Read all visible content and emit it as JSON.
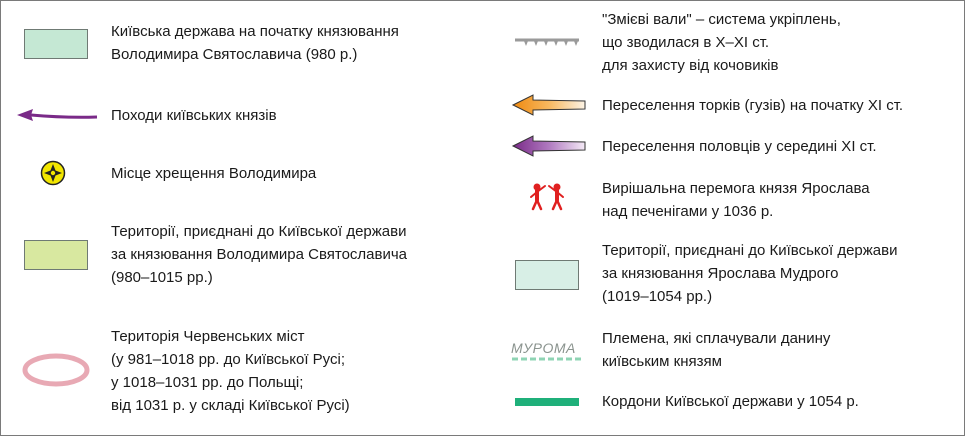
{
  "colors": {
    "kyiv_state_fill": "#c5e8d4",
    "volodymyr_territories_fill": "#d8e8a0",
    "yaroslav_territories_fill": "#d8efe6",
    "campaign_arrow": "#7a2a88",
    "baptism_circle": "#f2e600",
    "cherven_ring": "#e8a9b4",
    "serpent_wall": "#9a9a9a",
    "torks_arrow_tip": "#f08a10",
    "polovtsy_arrow_tip": "#7a2a88",
    "victory_figures": "#e02020",
    "tribe_dash": "#8fd4b4",
    "border_1054": "#1fb07a"
  },
  "left": [
    {
      "icon": "kyiv-state-rect",
      "lines": [
        "Київська держава на початку князювання",
        "Володимира Святославича (980 р.)"
      ]
    },
    {
      "icon": "campaign-arrow",
      "lines": [
        "Походи київських князів"
      ]
    },
    {
      "icon": "baptism-cross-icon",
      "lines": [
        "Місце хрещення Володимира"
      ]
    },
    {
      "icon": "volodymyr-territories-rect",
      "lines": [
        "Території, приєднані до Київської держави",
        "за князювання Володимира Святославича",
        "(980–1015 рр.)"
      ]
    },
    {
      "icon": "cherven-ring",
      "lines": [
        "Територія Червенських міст",
        "(у 981–1018 рр. до Київської Русі;",
        "у 1018–1031 рр. до Польщі;",
        "від 1031 р. у складі Київської Русі)"
      ]
    }
  ],
  "right": [
    {
      "icon": "serpent-wall-line",
      "lines": [
        "\"Змієві вали\" – система укріплень,",
        "що зводилася в X–XI ст.",
        "для захисту від кочовиків"
      ]
    },
    {
      "icon": "torks-arrow",
      "lines": [
        "Переселення торків (гузів) на початку XI ст."
      ]
    },
    {
      "icon": "polovtsy-arrow",
      "lines": [
        "Переселення половців у середині XI ст."
      ]
    },
    {
      "icon": "victory-icon",
      "lines": [
        "Вирішальна перемога князя Ярослава",
        "над печенігами у 1036 р."
      ]
    },
    {
      "icon": "yaroslav-territories-rect",
      "lines": [
        "Території, приєднані до Київської держави",
        "за князювання Ярослава Мудрого",
        "(1019–1054 рр.)"
      ]
    },
    {
      "icon": "tribe-label-line",
      "sample": "МУРОМА",
      "lines": [
        "Племена, які сплачували данину",
        "київським князям"
      ]
    },
    {
      "icon": "border-1054-line",
      "lines": [
        "Кордони Київської держави у 1054 р."
      ]
    }
  ]
}
